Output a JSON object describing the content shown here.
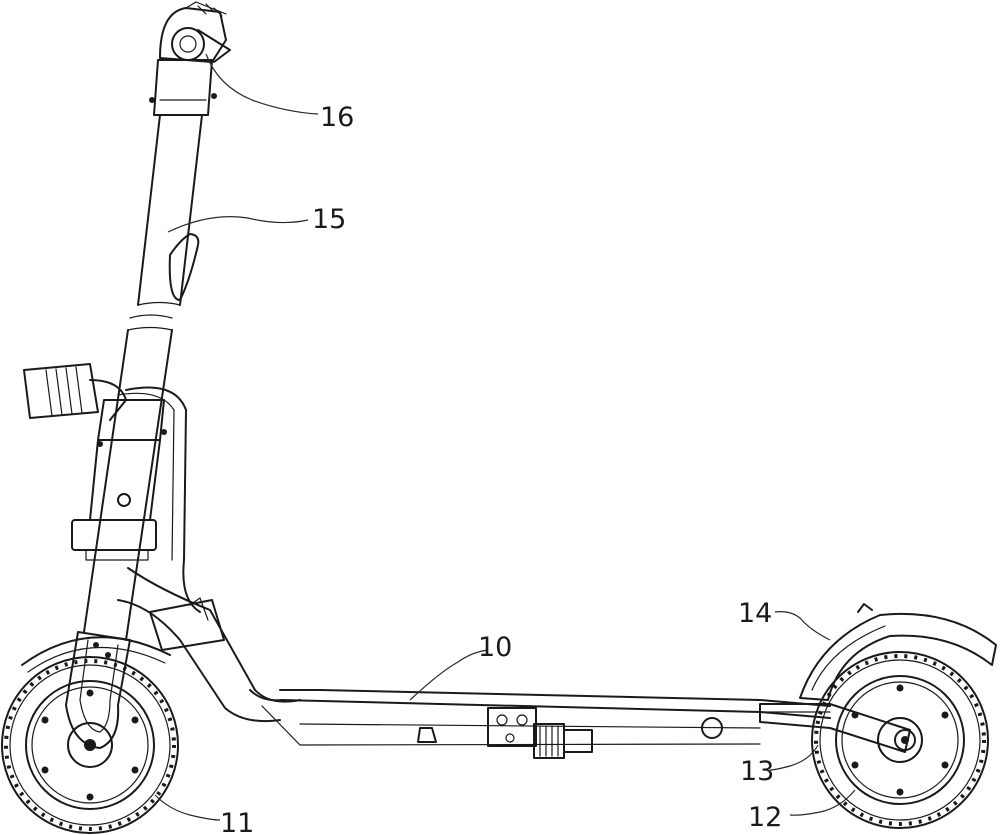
{
  "labels": {
    "deck": "10",
    "front_wheel": "11",
    "rear_wheel": "12",
    "rear_arm": "13",
    "rear_fender": "14",
    "stem": "15",
    "handlebar_clamp": "16"
  },
  "colors": {
    "line": "#1a1a1a",
    "background": "#ffffff"
  }
}
